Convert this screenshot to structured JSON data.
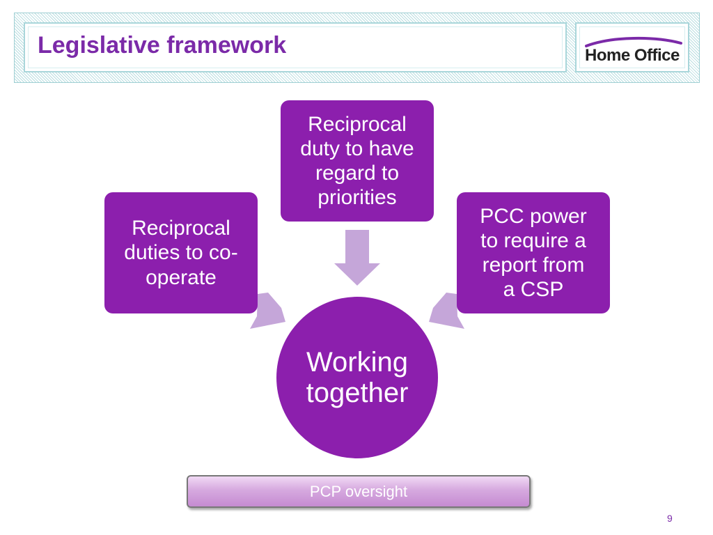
{
  "header": {
    "title": "Legislative framework",
    "logo_text": "Home Office",
    "accent_color": "#7b2aa8",
    "hatch_color": "#b8dde0"
  },
  "diagram": {
    "center": {
      "line1": "Working",
      "line2": "together"
    },
    "boxes": {
      "left": {
        "lines": [
          "Reciprocal",
          "duties to co-",
          "operate"
        ]
      },
      "top": {
        "lines": [
          "Reciprocal",
          "duty to have",
          "regard to",
          "priorities"
        ]
      },
      "right": {
        "lines": [
          "PCC power",
          "to require a",
          "report from",
          "a CSP"
        ]
      }
    },
    "box_color": "#8c1fad",
    "arrow_color": "#c5a6d9"
  },
  "footer": {
    "oversight_label": "PCP oversight",
    "page_number": "9"
  }
}
